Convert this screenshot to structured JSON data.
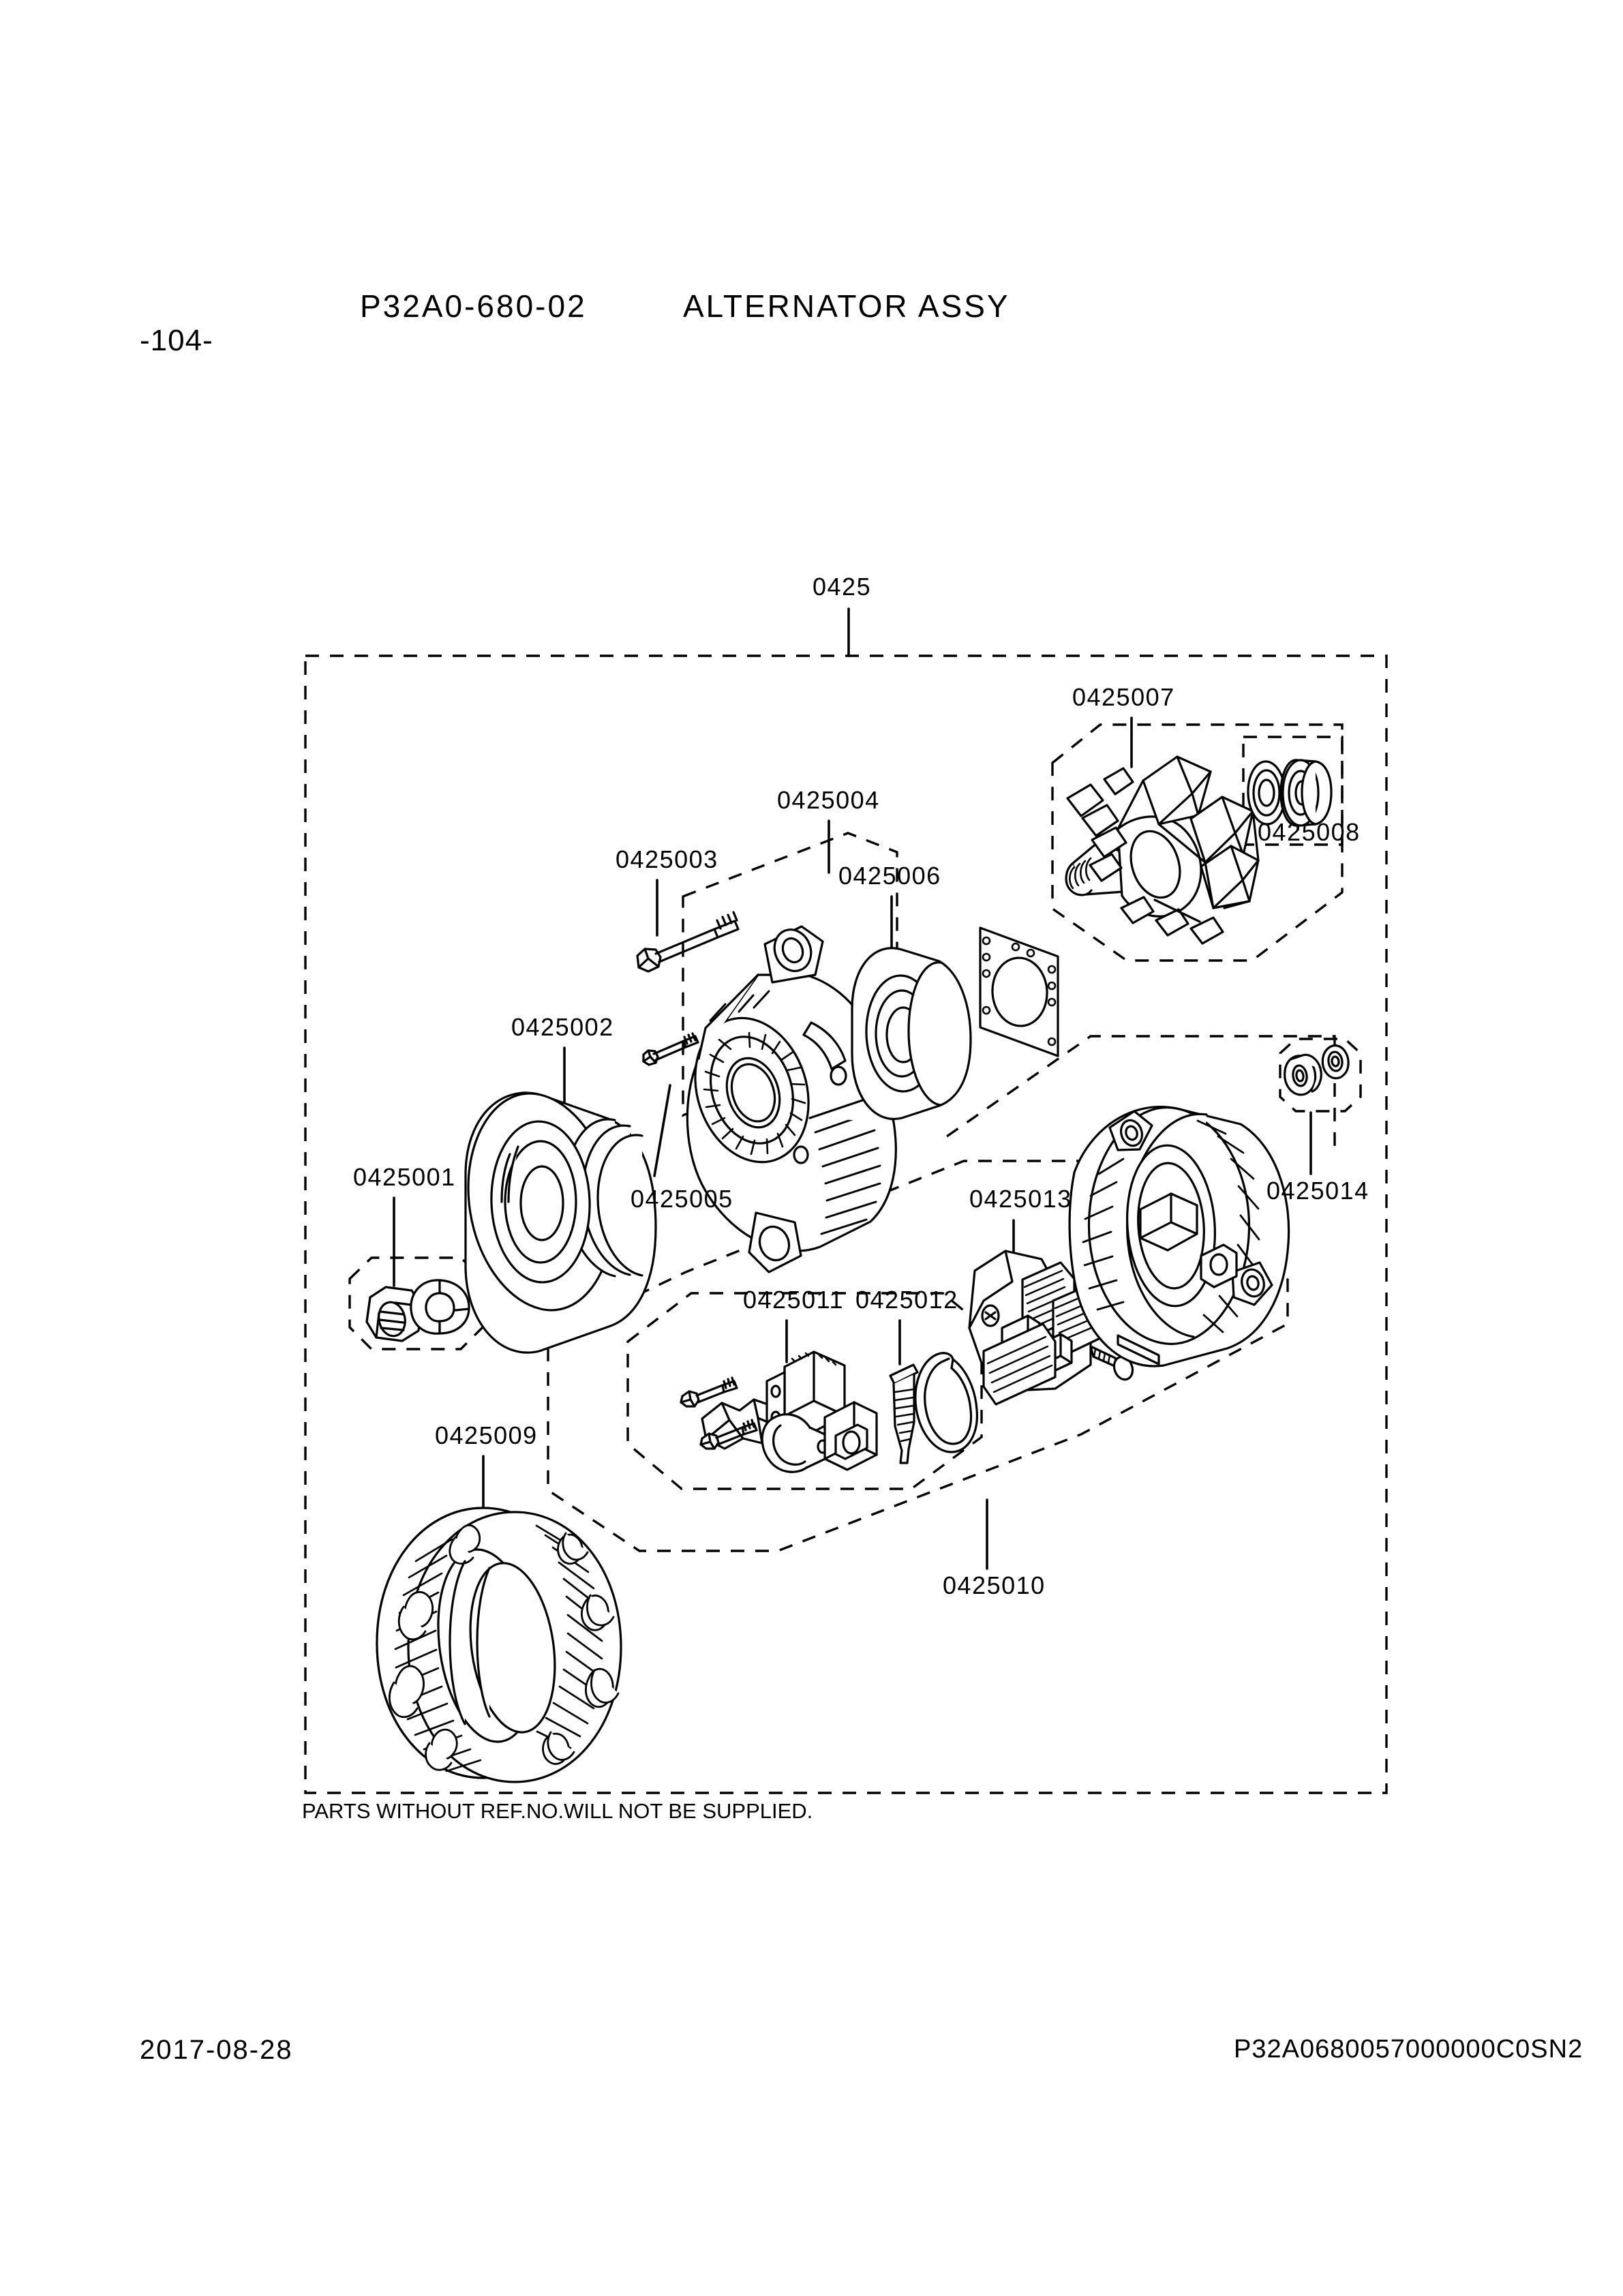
{
  "header": {
    "page_number": "-104-",
    "drawing_number": "P32A0-680-02",
    "title": "ALTERNATOR ASSY"
  },
  "footer": {
    "date": "2017-08-28",
    "code": "P32A0680057000000C0SN2"
  },
  "notes": {
    "supply_note": "PARTS WITHOUT REF.NO.WILL NOT BE SUPPLIED."
  },
  "diagram": {
    "assembly_ref": "0425",
    "refs": [
      {
        "id": "0425001",
        "label": "0425001",
        "part": "nut-and-retainer"
      },
      {
        "id": "0425002",
        "label": "0425002",
        "part": "pulley"
      },
      {
        "id": "0425003",
        "label": "0425003",
        "part": "through-bolt"
      },
      {
        "id": "0425004",
        "label": "0425004",
        "part": "front-bracket-assy"
      },
      {
        "id": "0425005",
        "label": "0425005",
        "part": "screw"
      },
      {
        "id": "0425006",
        "label": "0425006",
        "part": "bearing-and-retainer-plate"
      },
      {
        "id": "0425007",
        "label": "0425007",
        "part": "rotor-assy"
      },
      {
        "id": "0425008",
        "label": "0425008",
        "part": "bearing"
      },
      {
        "id": "0425009",
        "label": "0425009",
        "part": "stator-assy"
      },
      {
        "id": "0425010",
        "label": "0425010",
        "part": "rear-cover-assy"
      },
      {
        "id": "0425011",
        "label": "0425011",
        "part": "brush-holder-assy"
      },
      {
        "id": "0425012",
        "label": "0425012",
        "part": "spring-and-ring"
      },
      {
        "id": "0425013",
        "label": "0425013",
        "part": "rectifier"
      },
      {
        "id": "0425014",
        "label": "0425014",
        "part": "washer-and-nut"
      }
    ]
  }
}
